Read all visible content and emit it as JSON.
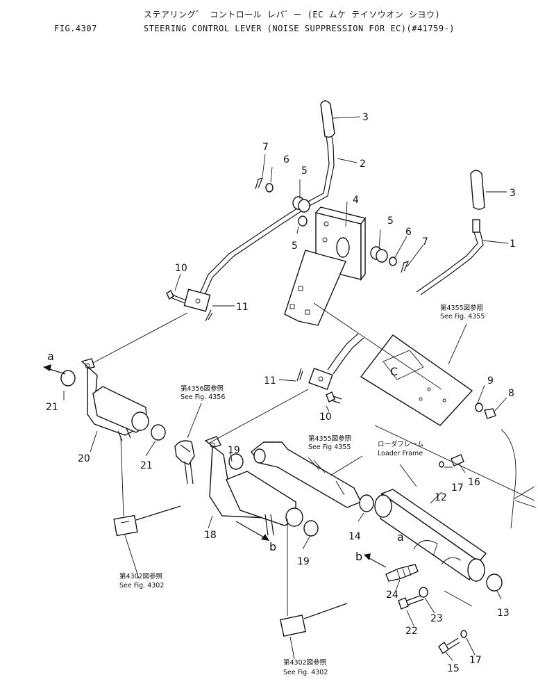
{
  "header": {
    "japanese_title": "ステアリング゛ コントロール レバ゛ー (EC ムケ テイソウオン シヨウ)",
    "figure_number": "FIG.4307",
    "title": "STEERING CONTROL LEVER (NOISE SUPPRESSION FOR EC)(#41759-)"
  },
  "part_labels": {
    "p1": "1",
    "p2": "2",
    "p3a": "3",
    "p3b": "3",
    "p4": "4",
    "p5a": "5",
    "p5b": "5",
    "p5c": "5",
    "p6a": "6",
    "p6b": "6",
    "p7a": "7",
    "p7b": "7",
    "p8": "8",
    "p9": "9",
    "p10a": "10",
    "p10b": "10",
    "p11a": "11",
    "p11b": "11",
    "p12": "12",
    "p13": "13",
    "p14": "14",
    "p15": "15",
    "p16": "16",
    "p17a": "17",
    "p17b": "17",
    "p18": "18",
    "p19a": "19",
    "p19b": "19",
    "p20": "20",
    "p21a": "21",
    "p21b": "21",
    "p22": "22",
    "p23": "23",
    "p24": "24"
  },
  "arrow_labels": {
    "a_left": "a",
    "a_right": "a",
    "b_center": "b",
    "b_right": "b"
  },
  "references": {
    "fig4355_top_jp": "第4355図参照",
    "fig4355_top_en": "See Fig. 4355",
    "fig4356_jp": "第4356図参照",
    "fig4356_en": "See Fig. 4356",
    "fig4355_mid_jp": "第4355図参照",
    "fig4355_mid_en": "See Fig 4355",
    "fig4302_left_jp": "第4302図参照",
    "fig4302_left_en": "See Fig. 4302",
    "fig4302_bottom_jp": "第4302図参照",
    "fig4302_bottom_en": "See Fig. 4302",
    "loader_frame_jp": "ローダフレーム",
    "loader_frame_en": "Loader Frame",
    "panel_mark": "C"
  }
}
